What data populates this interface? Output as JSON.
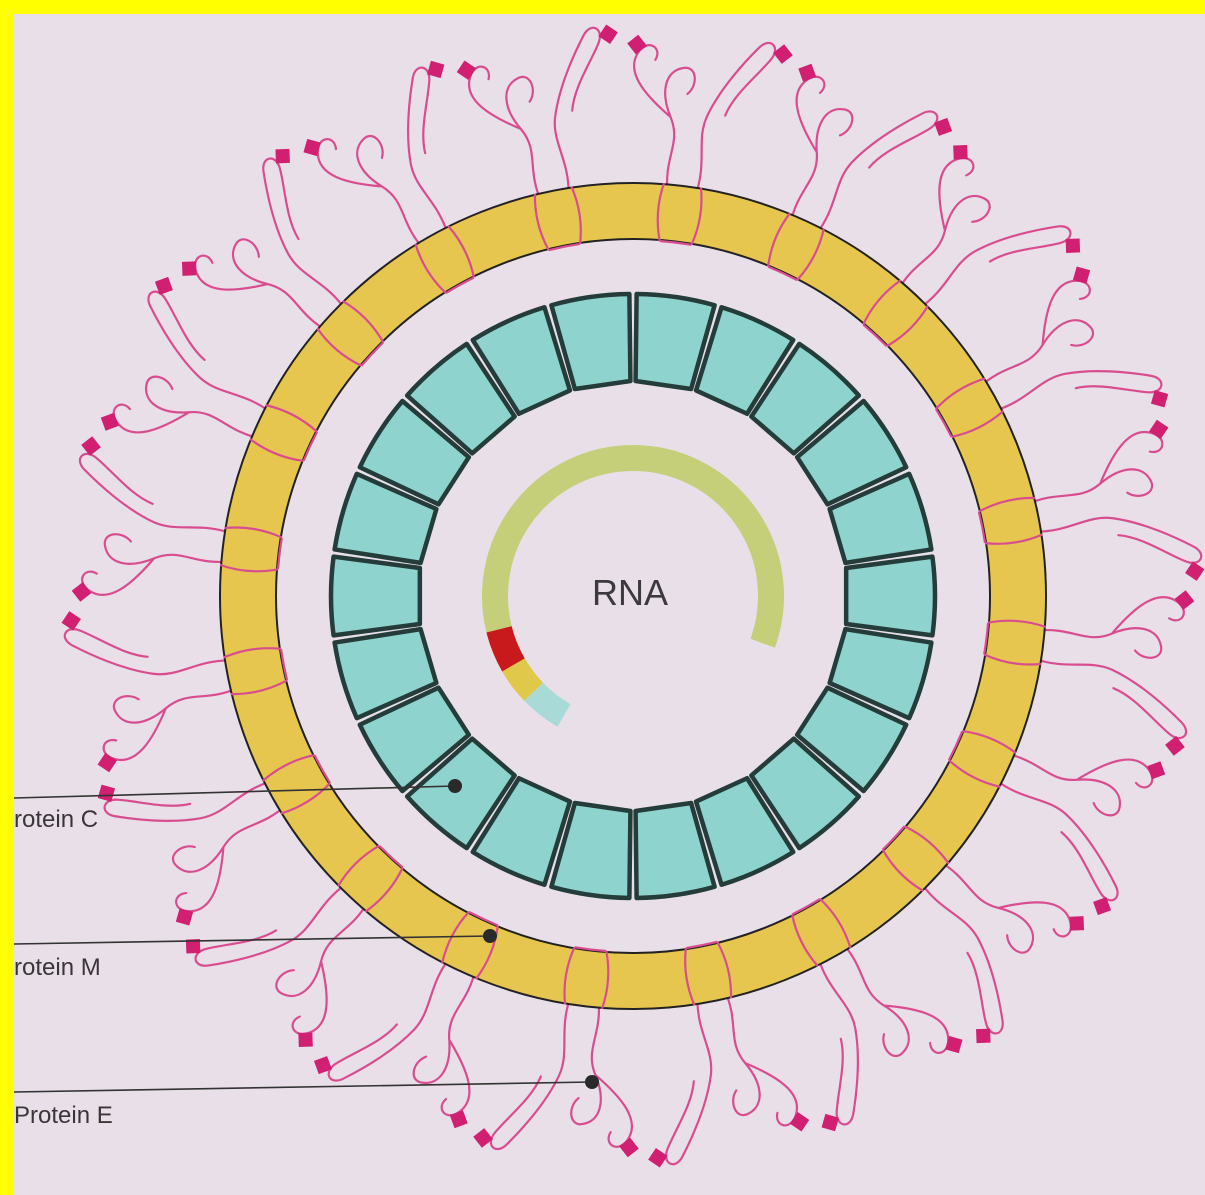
{
  "diagram": {
    "center_label": "RNA",
    "labels": [
      {
        "id": "protein-c",
        "text": "rotein C"
      },
      {
        "id": "protein-m",
        "text": "rotein M"
      },
      {
        "id": "protein-e",
        "text": "Protein E"
      }
    ],
    "capsid_subunit_count": 22,
    "envelope_glycoprotein_count": 20,
    "colors": {
      "page_background": "#e9dfe9",
      "frame": "#ffff00",
      "envelope": "#e6c64e",
      "capsid": "#8fd3cf",
      "capsid_outline": "#243c3a",
      "glycoprotein": "#d84d8f",
      "glycan": "#d11f72",
      "rna_main": "#c5cf7a",
      "rna_highlight": "#c8191c",
      "rna_end": "#a8dad8"
    }
  }
}
